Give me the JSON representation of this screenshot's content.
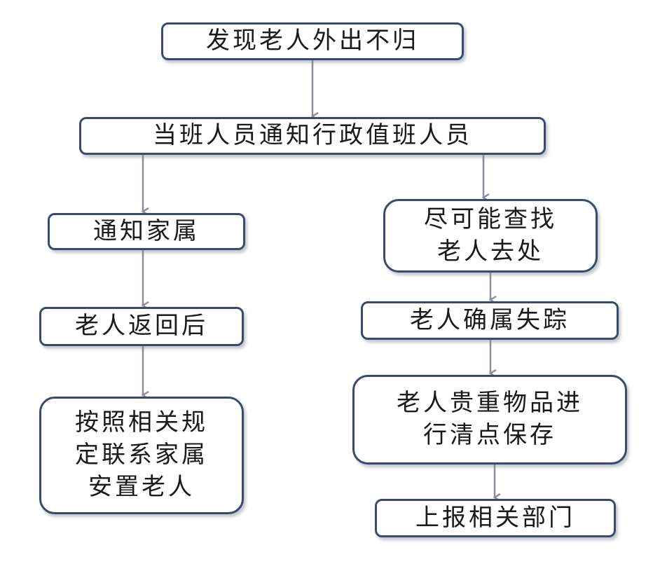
{
  "nodes": {
    "discover": "发现老人外出不归",
    "notify_admin": "当班人员通知行政值班人员",
    "notify_family": "通知家属",
    "returned": "老人返回后",
    "contact_family": "按照相关规\n定联系家属\n安置老人",
    "search": "尽可能查找\n老人去处",
    "missing": "老人确属失踪",
    "valuables": "老人贵重物品进\n行清点保存",
    "report": "上报相关部门"
  },
  "colors": {
    "border": "#3b4a6b",
    "arrow": "#8a8f9a",
    "text": "#1a1a1a"
  }
}
